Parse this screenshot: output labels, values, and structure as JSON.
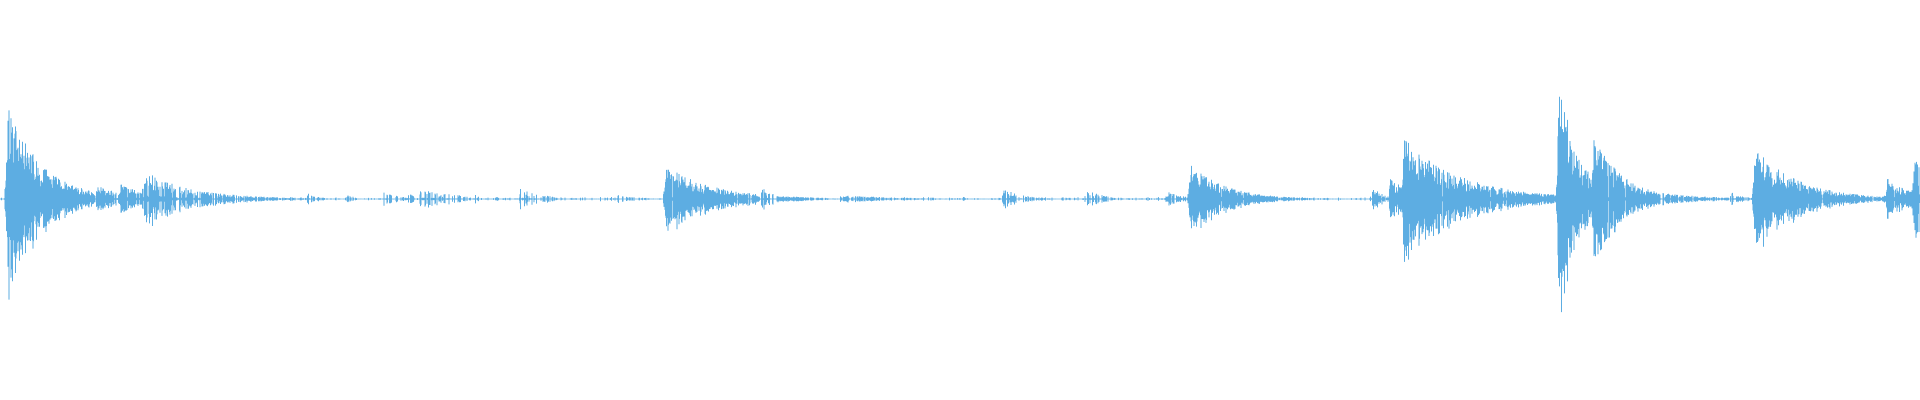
{
  "waveform": {
    "color": "#5dade2",
    "background": "#ffffff",
    "duration_units": 1,
    "baseline_amplitude": 0.012,
    "events": [
      {
        "t": 0.004,
        "amp": 0.73,
        "decay": 0.018,
        "density": 0.9
      },
      {
        "t": 0.012,
        "amp": 0.22,
        "decay": 0.015,
        "density": 0.8
      },
      {
        "t": 0.031,
        "amp": 0.12,
        "decay": 0.02,
        "density": 0.7
      },
      {
        "t": 0.05,
        "amp": 0.11,
        "decay": 0.018,
        "density": 0.7
      },
      {
        "t": 0.063,
        "amp": 0.12,
        "decay": 0.014,
        "density": 0.7
      },
      {
        "t": 0.075,
        "amp": 0.22,
        "decay": 0.025,
        "density": 0.7
      },
      {
        "t": 0.094,
        "amp": 0.04,
        "decay": 0.02,
        "density": 0.5
      },
      {
        "t": 0.112,
        "amp": 0.03,
        "decay": 0.02,
        "density": 0.4
      },
      {
        "t": 0.16,
        "amp": 0.05,
        "decay": 0.005,
        "density": 0.3
      },
      {
        "t": 0.181,
        "amp": 0.04,
        "decay": 0.004,
        "density": 0.3
      },
      {
        "t": 0.2,
        "amp": 0.05,
        "decay": 0.01,
        "density": 0.3
      },
      {
        "t": 0.211,
        "amp": 0.08,
        "decay": 0.004,
        "density": 0.3
      },
      {
        "t": 0.219,
        "amp": 0.08,
        "decay": 0.02,
        "density": 0.3
      },
      {
        "t": 0.246,
        "amp": 0.05,
        "decay": 0.004,
        "density": 0.3
      },
      {
        "t": 0.27,
        "amp": 0.09,
        "decay": 0.012,
        "density": 0.3
      },
      {
        "t": 0.322,
        "amp": 0.03,
        "decay": 0.008,
        "density": 0.3
      },
      {
        "t": 0.347,
        "amp": 0.26,
        "decay": 0.025,
        "density": 0.85
      },
      {
        "t": 0.397,
        "amp": 0.1,
        "decay": 0.006,
        "density": 0.3
      },
      {
        "t": 0.438,
        "amp": 0.03,
        "decay": 0.03,
        "density": 0.6
      },
      {
        "t": 0.523,
        "amp": 0.08,
        "decay": 0.01,
        "density": 0.4
      },
      {
        "t": 0.566,
        "amp": 0.07,
        "decay": 0.01,
        "density": 0.4
      },
      {
        "t": 0.608,
        "amp": 0.06,
        "decay": 0.008,
        "density": 0.6
      },
      {
        "t": 0.62,
        "amp": 0.28,
        "decay": 0.018,
        "density": 0.85
      },
      {
        "t": 0.715,
        "amp": 0.09,
        "decay": 0.006,
        "density": 0.6
      },
      {
        "t": 0.724,
        "amp": 0.16,
        "decay": 0.015,
        "density": 0.8
      },
      {
        "t": 0.731,
        "amp": 0.48,
        "decay": 0.03,
        "density": 0.9
      },
      {
        "t": 0.782,
        "amp": 0.1,
        "decay": 0.008,
        "density": 0.5
      },
      {
        "t": 0.792,
        "amp": 0.06,
        "decay": 0.015,
        "density": 0.6
      },
      {
        "t": 0.812,
        "amp": 0.97,
        "decay": 0.01,
        "density": 0.95
      },
      {
        "t": 0.825,
        "amp": 0.33,
        "decay": 0.006,
        "density": 0.9
      },
      {
        "t": 0.83,
        "amp": 0.5,
        "decay": 0.015,
        "density": 0.9
      },
      {
        "t": 0.843,
        "amp": 0.12,
        "decay": 0.025,
        "density": 0.7
      },
      {
        "t": 0.902,
        "amp": 0.06,
        "decay": 0.006,
        "density": 0.5
      },
      {
        "t": 0.914,
        "amp": 0.41,
        "decay": 0.022,
        "density": 0.9
      },
      {
        "t": 0.983,
        "amp": 0.17,
        "decay": 0.012,
        "density": 0.8
      },
      {
        "t": 0.997,
        "amp": 0.34,
        "decay": 0.01,
        "density": 0.8
      }
    ]
  }
}
